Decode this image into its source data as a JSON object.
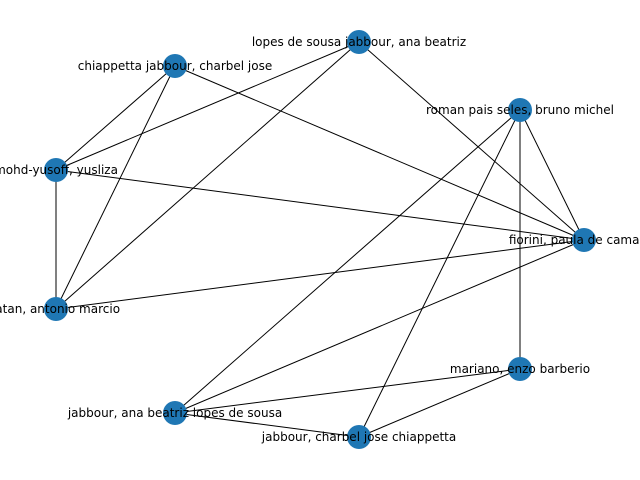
{
  "graph": {
    "node_color": "#1f77b4",
    "edge_color": "#000000",
    "nodes": [
      {
        "id": "lopes_de_sousa",
        "label": "lopes de sousa jabbour, ana beatriz"
      },
      {
        "id": "chiappetta_jabbour",
        "label": "chiappetta jabbour, charbel jose"
      },
      {
        "id": "roman_pais_seles",
        "label": "roman pais seles, bruno michel"
      },
      {
        "id": "yusoff",
        "label": "mohd-yusoff, yusliza"
      },
      {
        "id": "fiorini",
        "label": "fiorini, paula de camargo"
      },
      {
        "id": "jabbour_ana",
        "label": "jabbour, ana beatriz lopes de sousa"
      },
      {
        "id": "jabbour_charbel",
        "label": "jabbour, charbel jose chiappetta"
      },
      {
        "id": "mariano",
        "label": "mariano, enzo barberio"
      },
      {
        "id": "latan",
        "label": "latan, antonio marcio"
      }
    ],
    "edges": [
      [
        "lopes_de_sousa",
        "yusoff"
      ],
      [
        "lopes_de_sousa",
        "latan"
      ],
      [
        "lopes_de_sousa",
        "fiorini"
      ],
      [
        "chiappetta_jabbour",
        "yusoff"
      ],
      [
        "chiappetta_jabbour",
        "latan"
      ],
      [
        "chiappetta_jabbour",
        "fiorini"
      ],
      [
        "yusoff",
        "latan"
      ],
      [
        "yusoff",
        "fiorini"
      ],
      [
        "latan",
        "fiorini"
      ],
      [
        "roman_pais_seles",
        "fiorini"
      ],
      [
        "roman_pais_seles",
        "mariano"
      ],
      [
        "roman_pais_seles",
        "jabbour_ana"
      ],
      [
        "roman_pais_seles",
        "jabbour_charbel"
      ],
      [
        "fiorini",
        "jabbour_ana"
      ],
      [
        "jabbour_ana",
        "mariano"
      ],
      [
        "jabbour_ana",
        "jabbour_charbel"
      ],
      [
        "jabbour_charbel",
        "mariano"
      ]
    ]
  }
}
